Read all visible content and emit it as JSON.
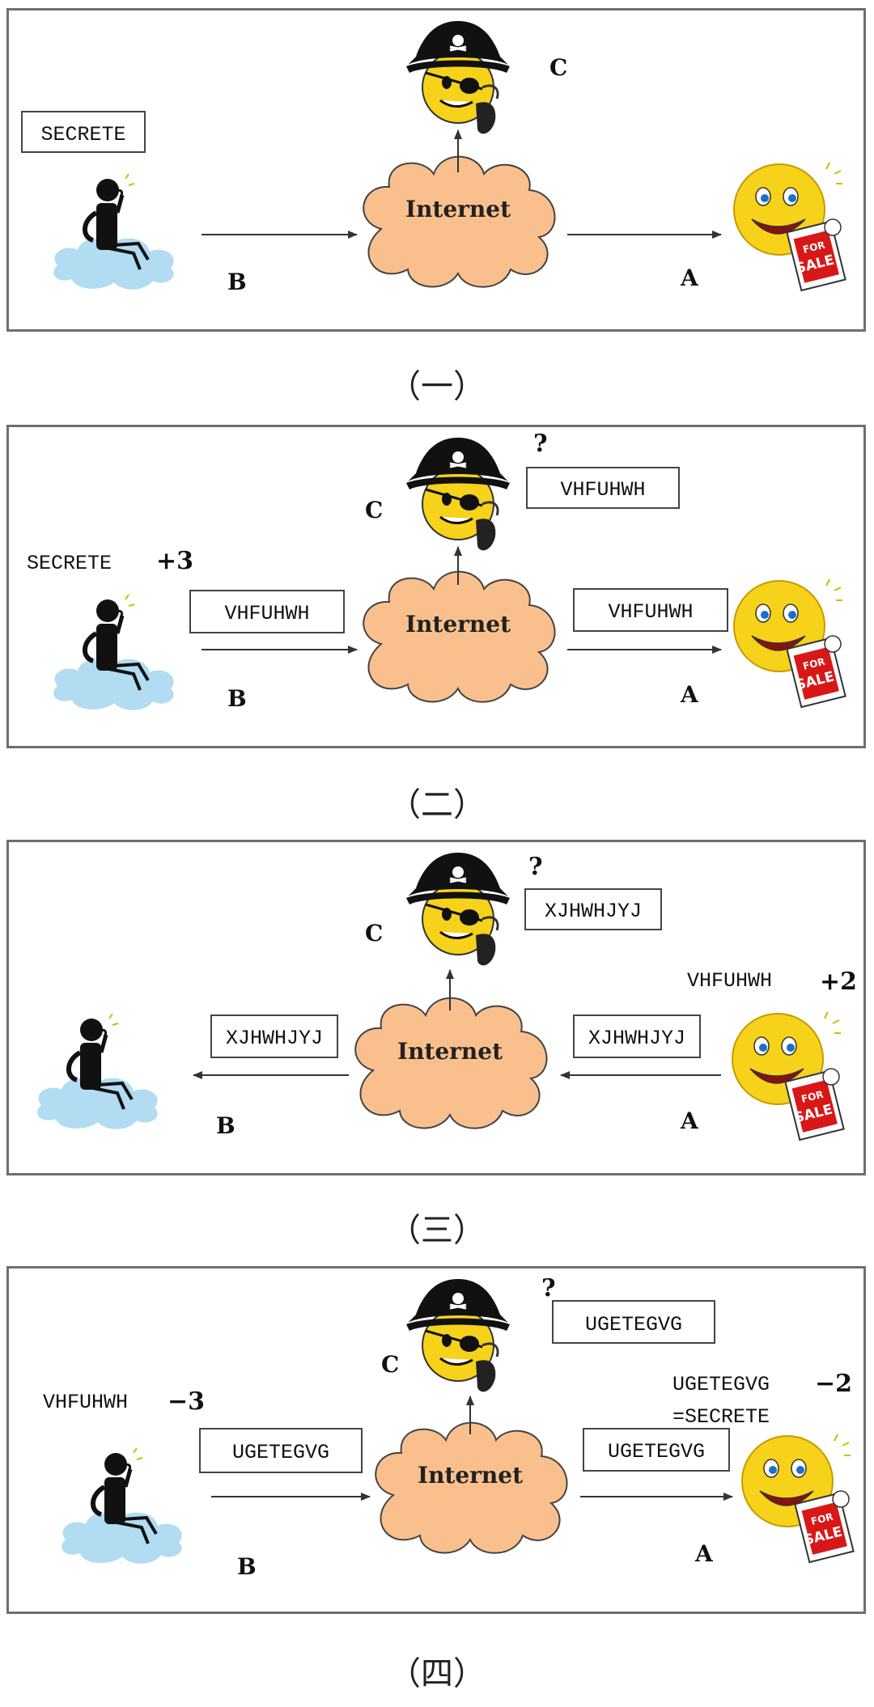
{
  "panels": [
    {
      "caption": "（一）",
      "cloud_label": "Internet",
      "label_a": "A",
      "label_b": "B",
      "label_c": "C",
      "secret_box": "SECRETE"
    },
    {
      "caption": "（二）",
      "cloud_label": "Internet",
      "label_a": "A",
      "label_b": "B",
      "label_c": "C",
      "question": "?",
      "pirate_box": "VHFUHWH",
      "sender_text": "SECRETE",
      "sender_op": "+3",
      "left_box": "VHFUHWH",
      "right_box": "VHFUHWH"
    },
    {
      "caption": "（三）",
      "cloud_label": "Internet",
      "label_a": "A",
      "label_b": "B",
      "label_c": "C",
      "question": "?",
      "pirate_box": "XJHWHJYJ",
      "receiver_text": "VHFUHWH",
      "receiver_op": "+2",
      "left_box": "XJHWHJYJ",
      "right_box": "XJHWHJYJ"
    },
    {
      "caption": "（四）",
      "cloud_label": "Internet",
      "label_a": "A",
      "label_b": "B",
      "label_c": "C",
      "question": "?",
      "pirate_box": "UGETEGVG",
      "sender_text": "VHFUHWH",
      "sender_op": "−3",
      "receiver_text": "UGETEGVG",
      "receiver_op": "−2",
      "receiver_result": "=SECRETE",
      "left_box": "UGETEGVG",
      "right_box": "UGETEGVG"
    }
  ],
  "colors": {
    "cloud_fill": "#f9c08e",
    "cloud_stroke": "#444444",
    "blue_cloud": "#a8d8f0",
    "smiley": "#f7d21a",
    "pirate_hat": "#111111",
    "sign_red": "#d81818"
  },
  "icons": [
    "pirate-smiley-icon",
    "thinking-person-icon",
    "happy-smiley-for-sale-icon",
    "internet-cloud-icon"
  ]
}
